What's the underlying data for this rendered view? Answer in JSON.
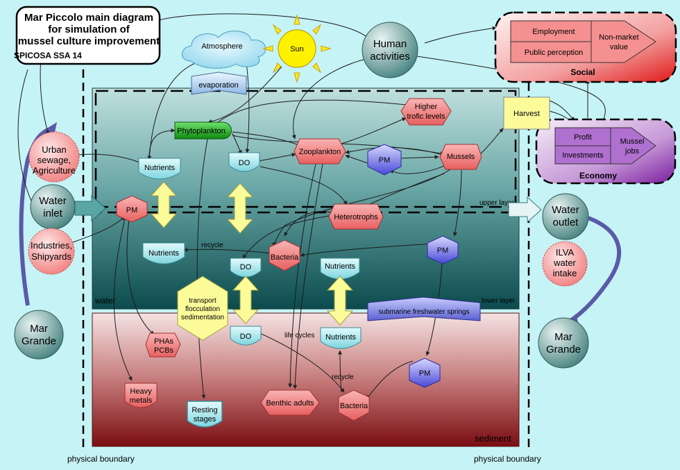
{
  "title": {
    "line1": "Mar Piccolo main diagram",
    "line2": "for simulation of",
    "line3": "mussel culture improvement",
    "project": "SPICOSA SSA 14"
  },
  "zones": {
    "water": "water",
    "sediment": "sediment",
    "upper_layer": "upper layer",
    "lower_layer": "lower layer",
    "physical_boundary_left": "physical boundary",
    "physical_boundary_right": "physical boundary"
  },
  "external": {
    "atmosphere": "Atmosphere",
    "sun": "Sun",
    "human": [
      "Human",
      "activities"
    ],
    "urban": [
      "Urban",
      "sewage,",
      "Agriculture"
    ],
    "water_inlet": [
      "Water",
      "inlet"
    ],
    "industries": [
      "Industries,",
      "Shipyards"
    ],
    "mar_grande_left": [
      "Mar",
      "Grande"
    ],
    "water_outlet": [
      "Water",
      "outlet"
    ],
    "ilva": [
      "ILVA",
      "water",
      "intake"
    ],
    "mar_grande_right": [
      "Mar",
      "Grande"
    ]
  },
  "social": {
    "title": "Social",
    "employment": "Employment",
    "public_perception": "Public perception",
    "non_market": [
      "Non-market",
      "value"
    ]
  },
  "economy": {
    "title": "Economy",
    "profit": "Profit",
    "investments": "Investments",
    "mussel_jobs": [
      "Mussel",
      "jobs"
    ]
  },
  "processes": {
    "evaporation": "evaporation",
    "transport": [
      "transport",
      "flocculation",
      "sedimentation"
    ],
    "springs": "submarine freshwater springs",
    "recycle_upper": "recycle",
    "recycle_lower": "recycle",
    "life_cycles": "life cycles"
  },
  "nodes": {
    "phytoplankton": "Phytoplankton",
    "harvest": "Harvest",
    "higher_trofic": [
      "Higher",
      "trofic levels"
    ],
    "zooplankton": "Zooplankton",
    "mussels": "Mussels",
    "heterotrophs": "Heterotrophs",
    "bacteria_water": "Bacteria",
    "pm_zoo": "PM",
    "pm_inlet": "PM",
    "pm_mussels": "PM",
    "pm_sediment": "PM",
    "nutrients_top": "Nutrients",
    "nutrients_mid": "Nutrients",
    "nutrients_low": "Nutrients",
    "nutrients_sed": "Nutrients",
    "do_top": "DO",
    "do_mid": "DO",
    "do_sed": "DO",
    "phas": [
      "PHAs",
      "PCBs"
    ],
    "heavy_metals": [
      "Heavy",
      "metals"
    ],
    "resting": [
      "Resting",
      "stages"
    ],
    "benthic": "Benthic adults",
    "bacteria_sed": "Bacteria"
  },
  "colors": {
    "background": "#c6f3f6",
    "nodes_red": "#ef7b7b",
    "nodes_cyan": "#8fe3ec",
    "nodes_blue": "#6a6aee",
    "phyto_green": "#24b024",
    "arrows_yellow": "#fbfb9a",
    "social_red": "#e02020",
    "economy_purple": "#8a2bb0"
  }
}
